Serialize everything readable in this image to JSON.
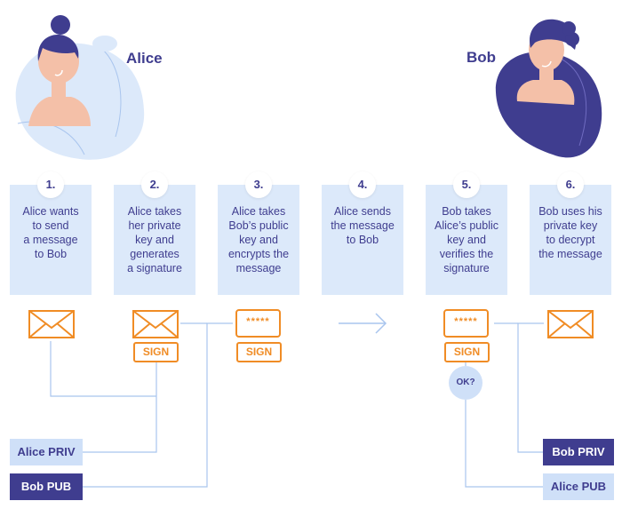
{
  "people": {
    "alice": {
      "name": "Alice"
    },
    "bob": {
      "name": "Bob"
    }
  },
  "steps": [
    {
      "num": "1.",
      "lines": [
        "Alice wants",
        "to send",
        "a message",
        "to Bob"
      ]
    },
    {
      "num": "2.",
      "lines": [
        "Alice takes",
        "her private",
        "key and",
        "generates",
        "a signature"
      ]
    },
    {
      "num": "3.",
      "lines": [
        "Alice takes",
        "Bob’s public",
        "key and",
        "encrypts the",
        "message"
      ]
    },
    {
      "num": "4.",
      "lines": [
        "Alice sends",
        "the message",
        "to Bob"
      ]
    },
    {
      "num": "5.",
      "lines": [
        "Bob takes",
        "Alice’s public",
        "key and",
        "verifies the",
        "signature"
      ]
    },
    {
      "num": "6.",
      "lines": [
        "Bob uses his",
        "private key",
        "to decrypt",
        "the message"
      ]
    }
  ],
  "labels": {
    "sign": "SIGN",
    "cipher": "*****",
    "ok": "OK?"
  },
  "keys": {
    "alice_priv": "Alice PRIV",
    "bob_pub": "Bob PUB",
    "bob_priv": "Bob PRIV",
    "alice_pub": "Alice PUB"
  },
  "colors": {
    "navy": "#3f3d8f",
    "light_blue": "#dce9fa",
    "orange": "#f08c25",
    "line_blue": "#a9c5ee"
  }
}
